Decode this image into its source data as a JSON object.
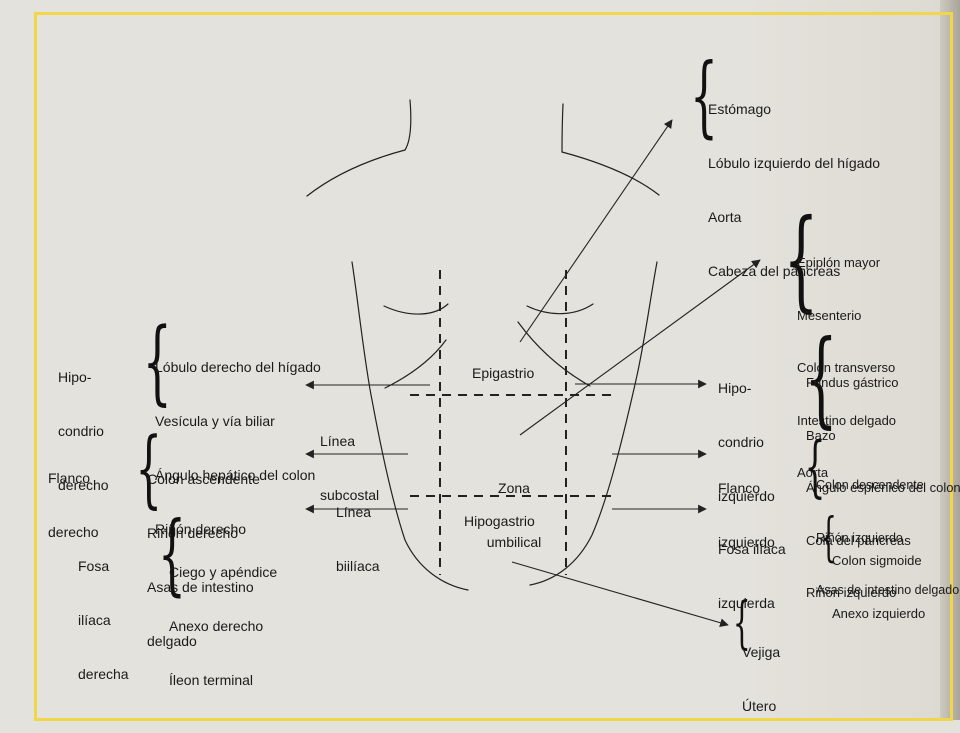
{
  "regions": {
    "epigastrio": "Epigastrio",
    "umbilical": [
      "Zona",
      "umbilical"
    ],
    "hipogastrio": "Hipogastrio"
  },
  "lines": {
    "subcostal": [
      "Línea",
      "subcostal"
    ],
    "biiliaca": [
      "Línea",
      "biilíaca"
    ]
  },
  "left": {
    "hipocondrio": {
      "title": [
        "Hipo-",
        "condrio",
        "derecho"
      ],
      "organs": [
        "Lóbulo derecho del hígado",
        "Vesícula y vía biliar",
        "Ángulo hepático del colon",
        "Riñón derecho"
      ]
    },
    "flanco": {
      "title": [
        "Flanco",
        "derecho"
      ],
      "organs": [
        "Colon ascendente",
        "Riñón derecho",
        "Asas de intestino",
        "delgado"
      ]
    },
    "fosa": {
      "title": [
        "Fosa",
        "ilíaca",
        "derecha"
      ],
      "organs": [
        "Ciego y apéndice",
        "Anexo derecho",
        "Íleon terminal"
      ]
    }
  },
  "right": {
    "epigastrio_organs": [
      "Estómago",
      "Lóbulo izquierdo del hígado",
      "Aorta",
      "Cabeza del páncreas"
    ],
    "umbilical_organs": [
      "Epiplón mayor",
      "Mesenterio",
      "Colon transverso",
      "Intestino delgado",
      "Aorta"
    ],
    "hipocondrio": {
      "title": [
        "Hipo-",
        "condrio",
        "izquierdo"
      ],
      "organs": [
        "Fundus gástrico",
        "Bazo",
        "Ángulo esplénico del colon",
        "Cola del páncreas",
        "Riñón izquierdo"
      ]
    },
    "flanco": {
      "title": [
        "Flanco",
        "izquierdo"
      ],
      "organs": [
        "Colon descendente",
        "Riñón izquierdo",
        "Asas de intestino delgado"
      ]
    },
    "fosa": {
      "title": [
        "Fosa ilíaca",
        "izquierda"
      ],
      "organs": [
        "Colon sigmoide",
        "Anexo izquierdo"
      ]
    },
    "hipogastrio_organs": [
      "Vejiga",
      "Útero"
    ]
  }
}
